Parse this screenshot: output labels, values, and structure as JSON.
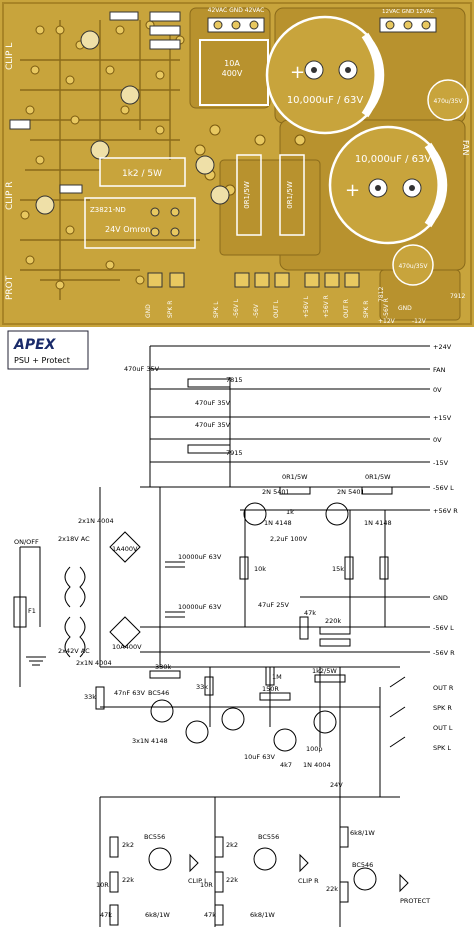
{
  "pcb": {
    "colors": {
      "board": "#c8a43c",
      "copper_dark": "#8a6a1a",
      "silk": "#ffffff",
      "pad": "#e8c860"
    },
    "caps": [
      {
        "label": "10,000uF / 63V"
      },
      {
        "label": "10,000uF / 63V"
      },
      {
        "label": "470u/35V"
      },
      {
        "label": "470u/35V"
      }
    ],
    "text": {
      "ac_header": "42VAC  GND  42VAC",
      "ac12_header": "12VAC GND 12VAC",
      "bridge": "10A\n400V",
      "bridge_line1": "10A",
      "bridge_line2": "400V",
      "resistor_big": "1k2 / 5W",
      "relay_part": "Z3821-ND",
      "relay_coil": "24V Omron",
      "rs1": "0R1/5W",
      "rs2": "0R1/5W",
      "clip_l": "CLIP L",
      "clip_r": "CLIP R",
      "prot": "PROT",
      "fan": "FAN",
      "reg1": "7812",
      "reg2": "7912",
      "bottom_labels": [
        "GND",
        "SPK R",
        "SPK L",
        "-56V L",
        "-56V",
        "OUT L",
        "+56V L",
        "+56V R",
        "OUT R",
        "SPK R",
        "-56V R"
      ],
      "rail_labels": [
        "+12V",
        "GND",
        "-12V"
      ]
    }
  },
  "schematic": {
    "logo": "APEX",
    "subtitle": "PSU + Protect",
    "rails": [
      "+24V",
      "FAN",
      "0V",
      "+15V",
      "0V",
      "-15V",
      "-56V L",
      "+56V R",
      "GND",
      "-56V L",
      "-56V R"
    ],
    "outputs": [
      "OUT R",
      "SPK R",
      "OUT L",
      "SPK L"
    ],
    "components": {
      "c470_1": "470uF\n35V",
      "c470_2": "470uF\n35V",
      "c470_3": "470uF\n35V",
      "reg_pos": "7815",
      "reg_neg": "7915",
      "sw": "ON/OFF",
      "fuse": "F1",
      "tr1": "2x18V AC",
      "tr2": "2x42V AC",
      "diodes1": "2x1N\n4004",
      "bridge1": "1A400V",
      "bridge2": "10A400V",
      "cap_big1": "10000uF\n63V",
      "cap_big2": "10000uF\n63V",
      "q_2n5401a": "2N\n5401",
      "q_2n5401b": "2N\n5401",
      "r_0r1a": "0R1/5W",
      "r_0r1b": "0R1/5W",
      "d4148a": "1N\n4148",
      "d4148b": "1N\n4148",
      "c22u100": "2,2uF\n100V",
      "r10k": "10k",
      "r15k": "15k",
      "r1k": "1k",
      "c47u25": "47uF\n25V",
      "r47k": "47k",
      "r220k": "220k",
      "d2x4004": "2x1N\n4004",
      "r33k": "33k",
      "c47uf": "47nF\n63V",
      "r330k": "330k",
      "q_bc546": "BC546",
      "r33k_b": "33k",
      "r150r": "150R",
      "r1m": "1M",
      "r1k2": "1k2/5W",
      "c10u63": "10uF\n63V",
      "r4k7": "4k7",
      "r100p": "100p",
      "d1n4004": "1N\n4004",
      "v24": "24V",
      "bc556": "BC556",
      "r2k2": "2k2",
      "r22k": "22k",
      "r10r": "10R",
      "r47k2": "47k",
      "r6k8": "6k8/1W",
      "clip_l": "CLIP L",
      "clip_r": "CLIP R",
      "protect": "PROTECT",
      "bc546b": "BC546",
      "d3x4148": "3x1N\n4148"
    }
  }
}
